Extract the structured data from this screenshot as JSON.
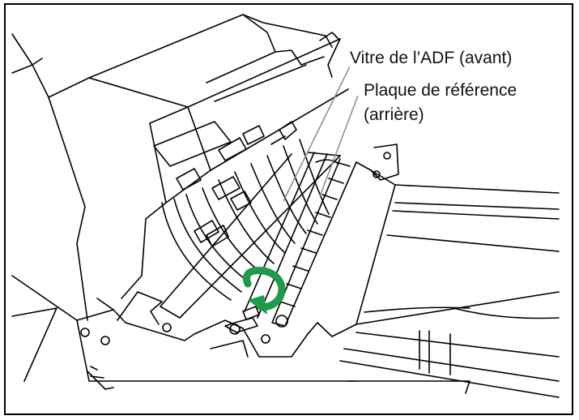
{
  "callouts": {
    "adf_glass": "Vitre de l’ADF (avant)",
    "reference_plate_line1": "Plaque de référence",
    "reference_plate_line2": "(arrière)"
  },
  "colors": {
    "line_art": "#000000",
    "leader_lines": "#8a8a8a",
    "rotation_arrow": "#1f9a4a"
  },
  "icons": [
    "rotate-arrow-icon"
  ]
}
